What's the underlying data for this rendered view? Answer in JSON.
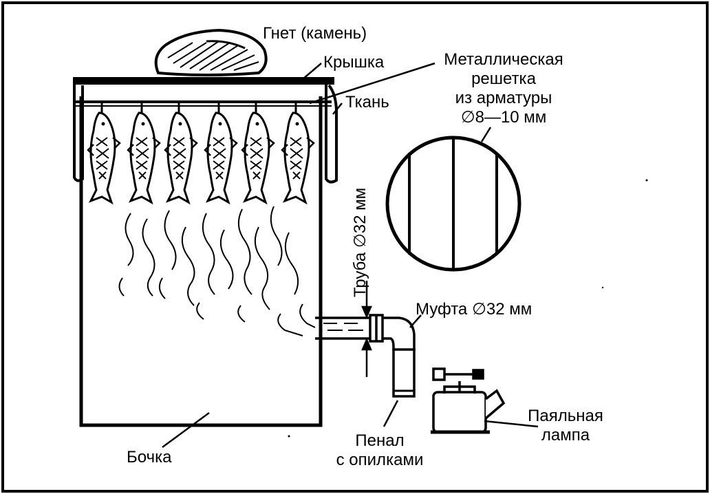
{
  "labels": {
    "weight": "Гнет (камень)",
    "lid": "Крышка",
    "grate_line1": "Металлическая",
    "grate_line2": "решетка",
    "grate_line3": "из арматуры",
    "grate_line4": "∅8—10 мм",
    "cloth": "Ткань",
    "pipe": "Труба ∅32 мм",
    "coupling": "Муфта ∅32 мм",
    "barrel": "Бочка",
    "canister_line1": "Пенал",
    "canister_line2": "с опилками",
    "lamp_line1": "Паяльная",
    "lamp_line2": "лампа"
  },
  "fish_count": 6,
  "grate_bar_count": 3
}
